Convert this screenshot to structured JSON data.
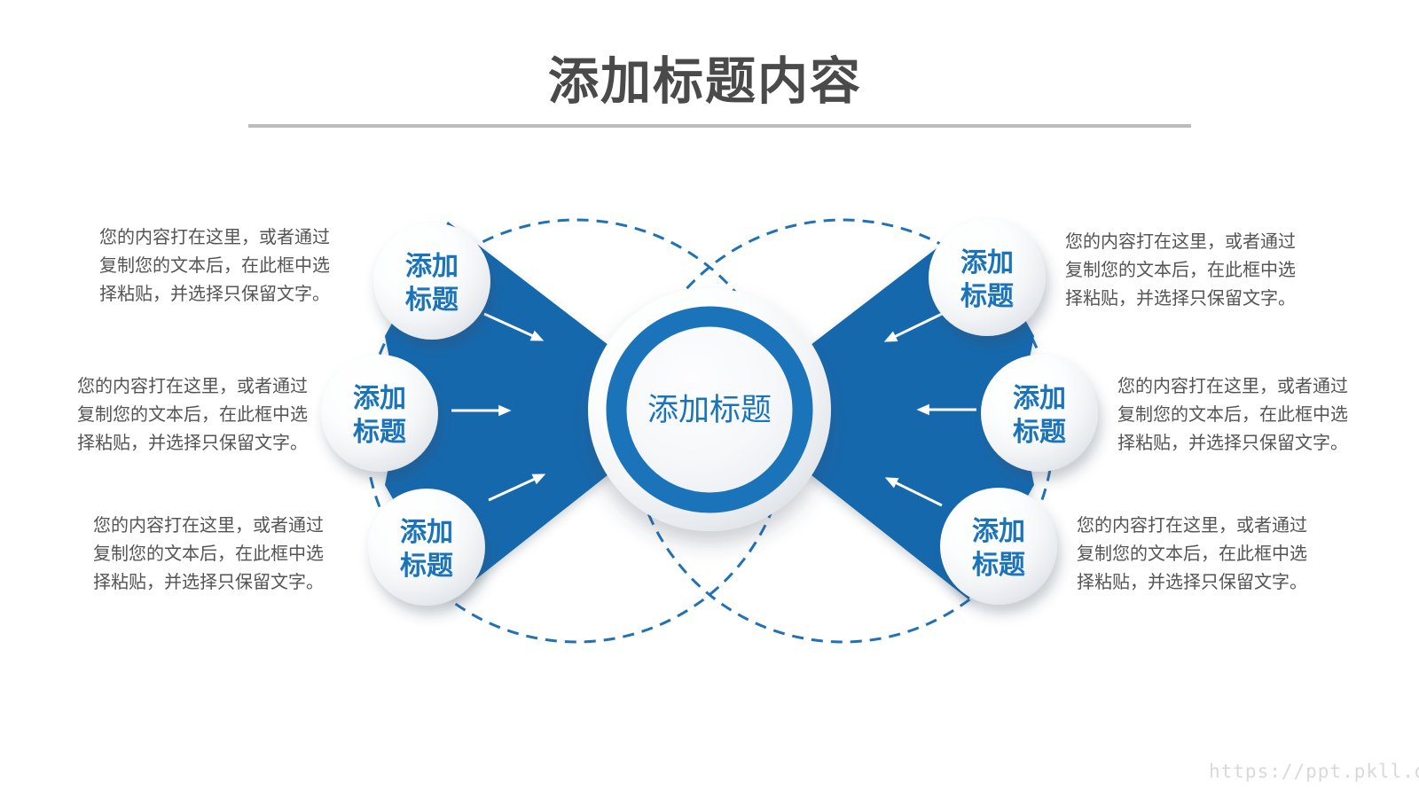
{
  "slide": {
    "title": "添加标题内容",
    "watermark": "https://ppt.pkll.de"
  },
  "center": {
    "label": "添加标题"
  },
  "nodes": [
    {
      "id": "left-top",
      "line1": "添加",
      "line2": "标题"
    },
    {
      "id": "left-middle",
      "line1": "添加",
      "line2": "标题"
    },
    {
      "id": "left-bottom",
      "line1": "添加",
      "line2": "标题"
    },
    {
      "id": "right-top",
      "line1": "添加",
      "line2": "标题"
    },
    {
      "id": "right-middle",
      "line1": "添加",
      "line2": "标题"
    },
    {
      "id": "right-bottom",
      "line1": "添加",
      "line2": "标题"
    }
  ],
  "blocks": [
    {
      "id": "left-top",
      "lines": [
        "您的内容打在这里，或者通过",
        "复制您的文本后，在此框中选",
        "择粘贴，并选择只保留文字。"
      ]
    },
    {
      "id": "left-middle",
      "lines": [
        "您的内容打在这里，或者通过",
        "复制您的文本后，在此框中选",
        "择粘贴，并选择只保留文字。"
      ]
    },
    {
      "id": "left-bottom",
      "lines": [
        "您的内容打在这里，或者通过",
        "复制您的文本后，在此框中选",
        "择粘贴，并选择只保留文字。"
      ]
    },
    {
      "id": "right-top",
      "lines": [
        "您的内容打在这里，或者通过",
        "复制您的文本后，在此框中选",
        "择粘贴，并选择只保留文字。"
      ]
    },
    {
      "id": "right-middle",
      "lines": [
        "您的内容打在这里，或者通过",
        "复制您的文本后，在此框中选",
        "择粘贴，并选择只保留文字。"
      ]
    },
    {
      "id": "right-bottom",
      "lines": [
        "您的内容打在这里，或者通过",
        "复制您的文本后，在此框中选",
        "择粘贴，并选择只保留文字。"
      ]
    }
  ],
  "colors": {
    "funnel_blue": "#1767ad",
    "ring_blue": "#1b74ba",
    "label_blue": "#1b74ba",
    "dash_blue": "#2072b4",
    "title_gray": "#4a4a4a",
    "body_gray": "#545454",
    "divider_gray": "#bcbcbc",
    "watermark_gray": "#d9d9d9"
  }
}
